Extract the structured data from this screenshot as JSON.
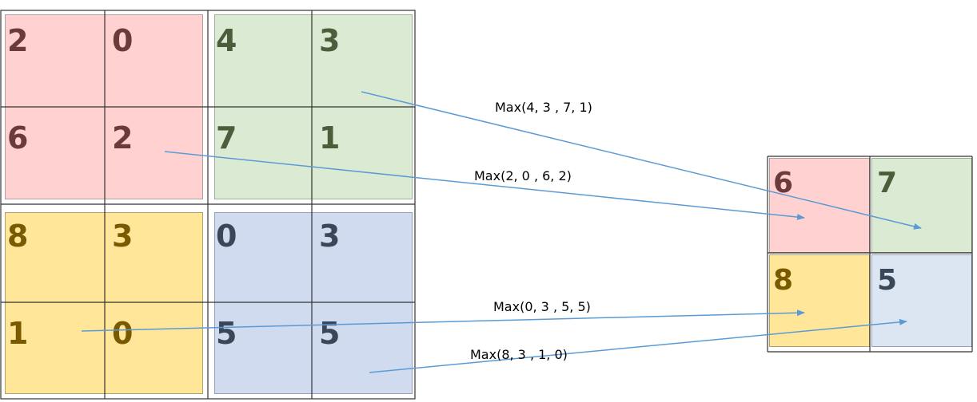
{
  "colors": {
    "red_fill": "#ffd1d1",
    "red_text": "#6b3b3b",
    "green_fill": "#dbead3",
    "green_text": "#4b5d3b",
    "yellow_fill": "#ffe699",
    "yellow_text": "#7a5a00",
    "blue_fill": "#d1dbef",
    "blue_text": "#3b4659",
    "blue_light_fill": "#dce6f2",
    "arrow": "#5b9bd5",
    "grid": "#333333"
  },
  "input_grid": {
    "rows": [
      [
        "2",
        "0",
        "4",
        "3"
      ],
      [
        "6",
        "2",
        "7",
        "1"
      ],
      [
        "8",
        "3",
        "0",
        "3"
      ],
      [
        "1",
        "0",
        "5",
        "5"
      ]
    ]
  },
  "output_grid": {
    "rows": [
      [
        "6",
        "7"
      ],
      [
        "8",
        "5"
      ]
    ]
  },
  "labels": {
    "green": "Max(4, 3 , 7, 1)",
    "red": "Max(2, 0 , 6, 2)",
    "blue": "Max(0, 3 , 5, 5)",
    "yellow": "Max(8, 3 , 1, 0)"
  }
}
